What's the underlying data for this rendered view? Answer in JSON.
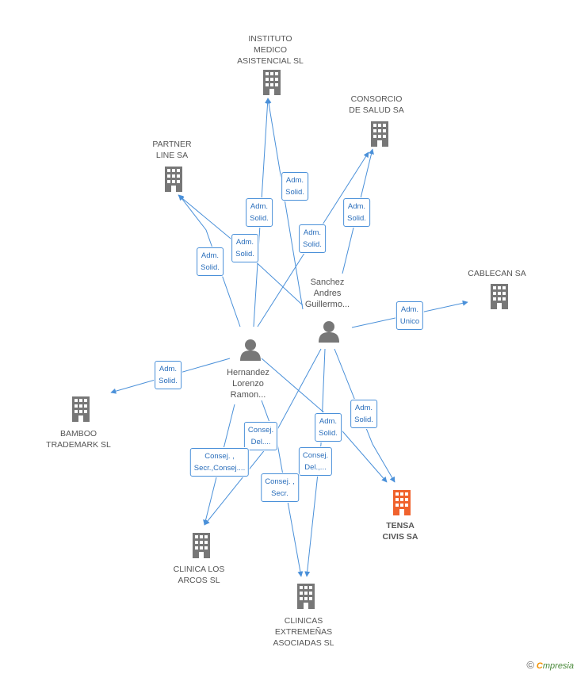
{
  "colors": {
    "edge": "#4a90d9",
    "company": "#777777",
    "target_company": "#f0622d",
    "person": "#777777"
  },
  "nodes": [
    {
      "id": "instituto",
      "kind": "company",
      "label": "INSTITUTO\nMEDICO\nASISTENCIAL SL"
    },
    {
      "id": "consorcio",
      "kind": "company",
      "label": "CONSORCIO\nDE SALUD SA"
    },
    {
      "id": "partner",
      "kind": "company",
      "label": "PARTNER\nLINE SA"
    },
    {
      "id": "cablecan",
      "kind": "company",
      "label": "CABLECAN SA"
    },
    {
      "id": "bamboo",
      "kind": "company",
      "label": "BAMBOO\nTRADEMARK  SL"
    },
    {
      "id": "tensa",
      "kind": "target",
      "label": "TENSA\nCIVIS SA"
    },
    {
      "id": "clinica_arcos",
      "kind": "company",
      "label": "CLINICA LOS\nARCOS SL"
    },
    {
      "id": "clinicas_ext",
      "kind": "company",
      "label": "CLINICAS\nEXTREMEÑAS\nASOCIADAS SL"
    },
    {
      "id": "sanchez",
      "kind": "person",
      "label": "Sanchez\nAndres\nGuillermo..."
    },
    {
      "id": "hernandez",
      "kind": "person",
      "label": "Hernandez\nLorenzo\nRamon..."
    }
  ],
  "edges": [
    {
      "from": "sanchez",
      "to": "instituto",
      "label": "Adm.\nSolid."
    },
    {
      "from": "hernandez",
      "to": "instituto",
      "label": "Adm.\nSolid."
    },
    {
      "from": "sanchez",
      "to": "consorcio",
      "label": "Adm.\nSolid."
    },
    {
      "from": "hernandez",
      "to": "consorcio",
      "label": "Adm.\nSolid."
    },
    {
      "from": "sanchez",
      "to": "partner",
      "label": "Adm.\nSolid."
    },
    {
      "from": "hernandez",
      "to": "partner",
      "label": "Adm.\nSolid."
    },
    {
      "from": "sanchez",
      "to": "cablecan",
      "label": "Adm.\nUnico"
    },
    {
      "from": "hernandez",
      "to": "bamboo",
      "label": "Adm.\nSolid."
    },
    {
      "from": "sanchez",
      "to": "tensa",
      "label": "Adm.\nSolid."
    },
    {
      "from": "hernandez",
      "to": "tensa",
      "label": "Adm.\nSolid."
    },
    {
      "from": "sanchez",
      "to": "clinica_arcos",
      "label": "Consej.\nDel...."
    },
    {
      "from": "hernandez",
      "to": "clinica_arcos",
      "label": "Consej. ,\nSecr.,Consej...."
    },
    {
      "from": "sanchez",
      "to": "clinicas_ext",
      "label": "Consej.\nDel.,..."
    },
    {
      "from": "hernandez",
      "to": "clinicas_ext",
      "label": "Consej. ,\nSecr."
    }
  ],
  "footer": {
    "copyright": "©",
    "brand_first": "C",
    "brand_rest": "mpresia"
  }
}
